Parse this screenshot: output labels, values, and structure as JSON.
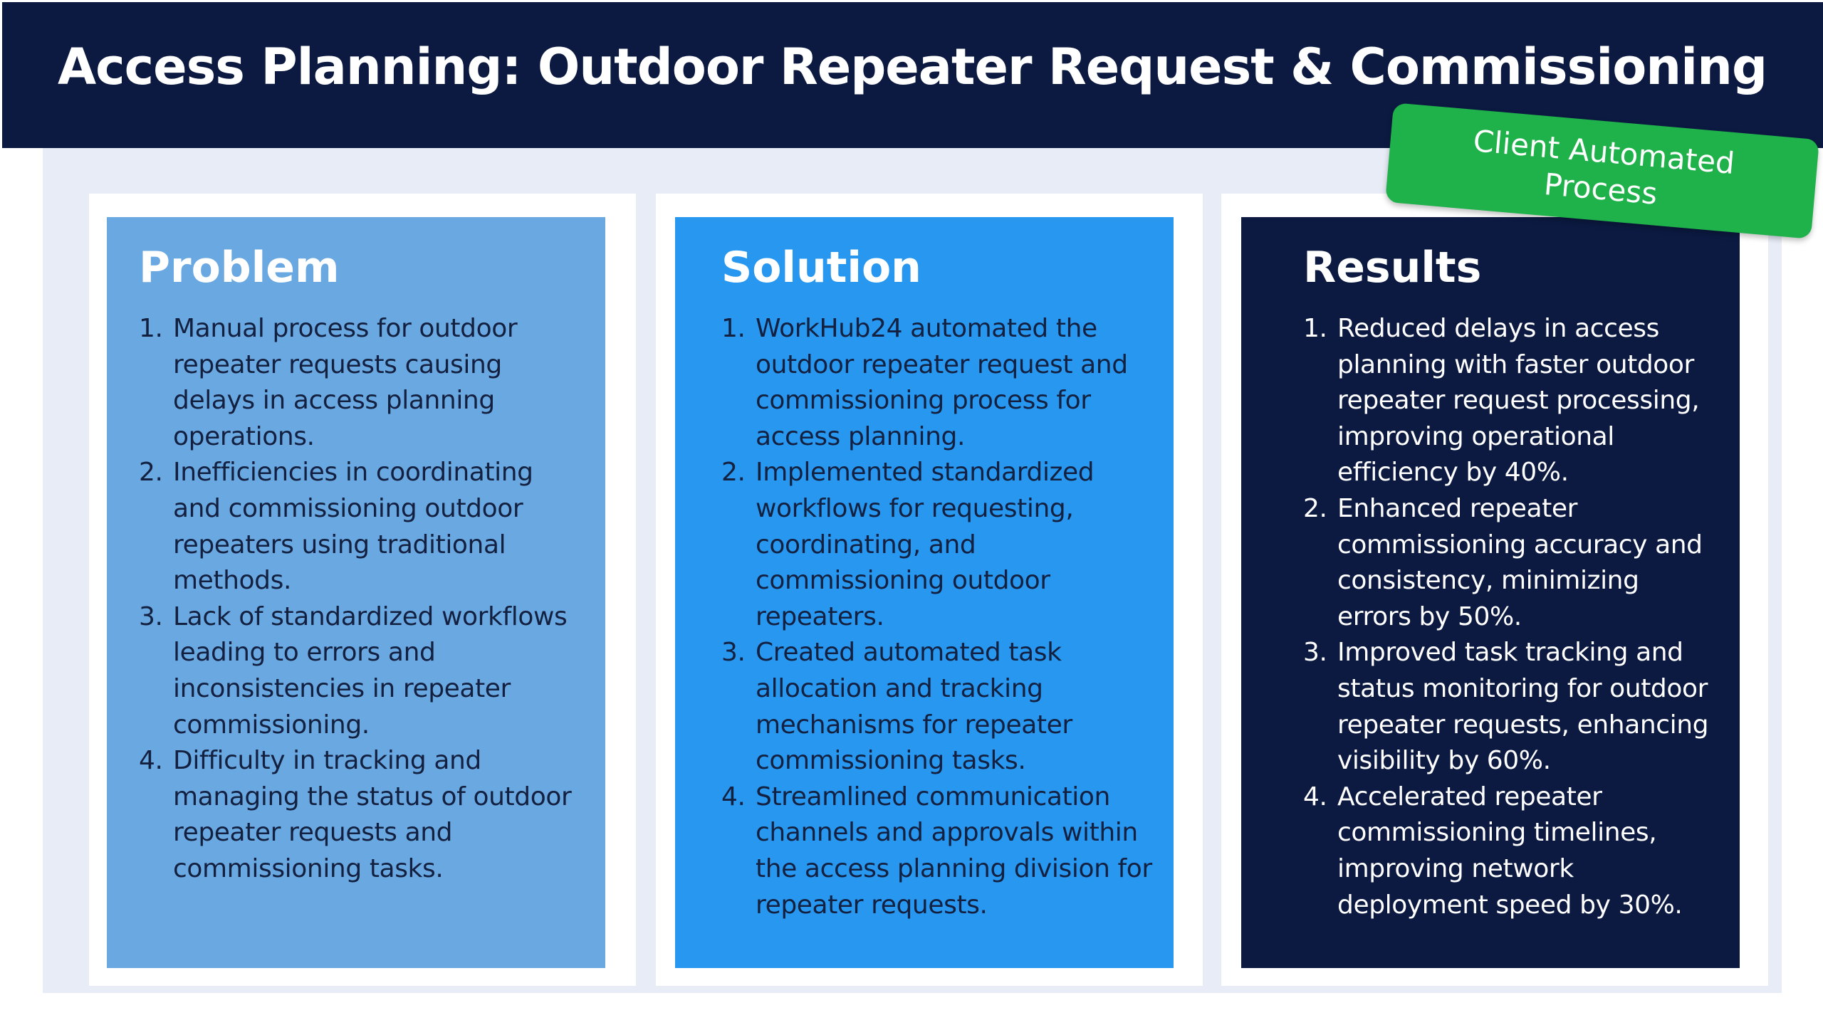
{
  "title": "Access Planning: Outdoor Repeater Request &  Commissioning",
  "badge": {
    "text": "Client Automated Process"
  },
  "colors": {
    "header_bg": "#0c1a42",
    "problem_bg": "#6aa8e2",
    "solution_bg": "#2797f0",
    "results_bg": "#0c1a42",
    "badge_bg": "#1fb14a",
    "backdrop": "#e8ecf6"
  },
  "panels": [
    {
      "heading": "Problem",
      "items": [
        {
          "num": "1.",
          "text": "Manual process for outdoor repeater requests causing delays in access planning operations."
        },
        {
          "num": "2.",
          "text": "Inefficiencies in coordinating and commissioning outdoor repeaters using traditional methods."
        },
        {
          "num": "3.",
          "text": "Lack of standardized workflows leading to errors and inconsistencies in repeater commissioning."
        },
        {
          "num": "4.",
          "text": "Difficulty in tracking and managing the status of outdoor repeater requests and commissioning tasks."
        }
      ]
    },
    {
      "heading": "Solution",
      "items": [
        {
          "num": "1.",
          "text": "WorkHub24 automated the outdoor repeater request and commissioning process for access planning."
        },
        {
          "num": "2.",
          "text": "Implemented standardized workflows for requesting, coordinating, and commissioning outdoor repeaters."
        },
        {
          "num": "3.",
          "text": "Created automated task allocation and tracking mechanisms for repeater commissioning tasks."
        },
        {
          "num": "4.",
          "text": "Streamlined communication channels and approvals within the access planning division for repeater requests."
        }
      ]
    },
    {
      "heading": "Results",
      "items": [
        {
          "num": "1.",
          "text": "Reduced delays in access planning with faster outdoor repeater request processing, improving operational efficiency by 40%."
        },
        {
          "num": "2.",
          "text": "Enhanced repeater commissioning accuracy and consistency, minimizing errors by 50%."
        },
        {
          "num": "3.",
          "text": "Improved task tracking and status monitoring for outdoor repeater requests, enhancing visibility by 60%."
        },
        {
          "num": "4.",
          "text": "Accelerated repeater commissioning timelines, improving network deployment speed by 30%."
        }
      ]
    }
  ]
}
